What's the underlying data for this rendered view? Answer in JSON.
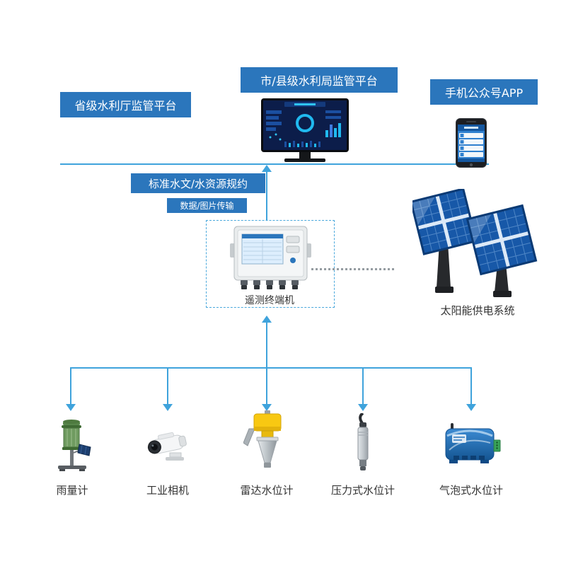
{
  "diagram": {
    "platforms": {
      "provincial": "省级水利厅监管平台",
      "city_county": "市/县级水利局监管平台",
      "mobile_app": "手机公众号APP"
    },
    "protocol_label": "标准水文/水资源规约",
    "transfer_label": "数据/图片传输",
    "rtu": {
      "label": "遥测终端机"
    },
    "solar": {
      "label": "太阳能供电系统"
    },
    "sensors": [
      {
        "label": "雨量计",
        "icon": "rain-gauge-icon"
      },
      {
        "label": "工业相机",
        "icon": "industrial-camera-icon"
      },
      {
        "label": "雷达水位计",
        "icon": "radar-level-gauge-icon"
      },
      {
        "label": "压力式水位计",
        "icon": "pressure-level-gauge-icon"
      },
      {
        "label": "气泡式水位计",
        "icon": "bubble-level-gauge-icon"
      }
    ],
    "colors": {
      "node_blue": "#2B76BC",
      "line_blue": "#3FA3DC",
      "label_text": "#333333"
    }
  }
}
